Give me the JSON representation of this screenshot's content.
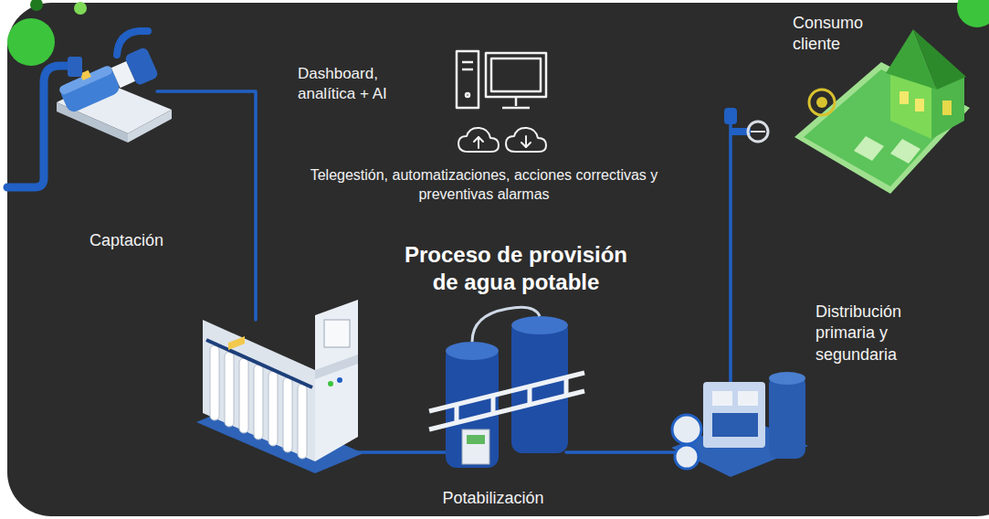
{
  "diagram": {
    "title": "Proceso de provisión de agua potable",
    "labels": [
      "Consumo cliente",
      "Dashboard, analítica + AI",
      "Telegestión, automatizaciones, acciones correctivas y preventivas alarmas",
      "Captación",
      "Distribución primaria y segundaria",
      "Potabilización"
    ]
  }
}
